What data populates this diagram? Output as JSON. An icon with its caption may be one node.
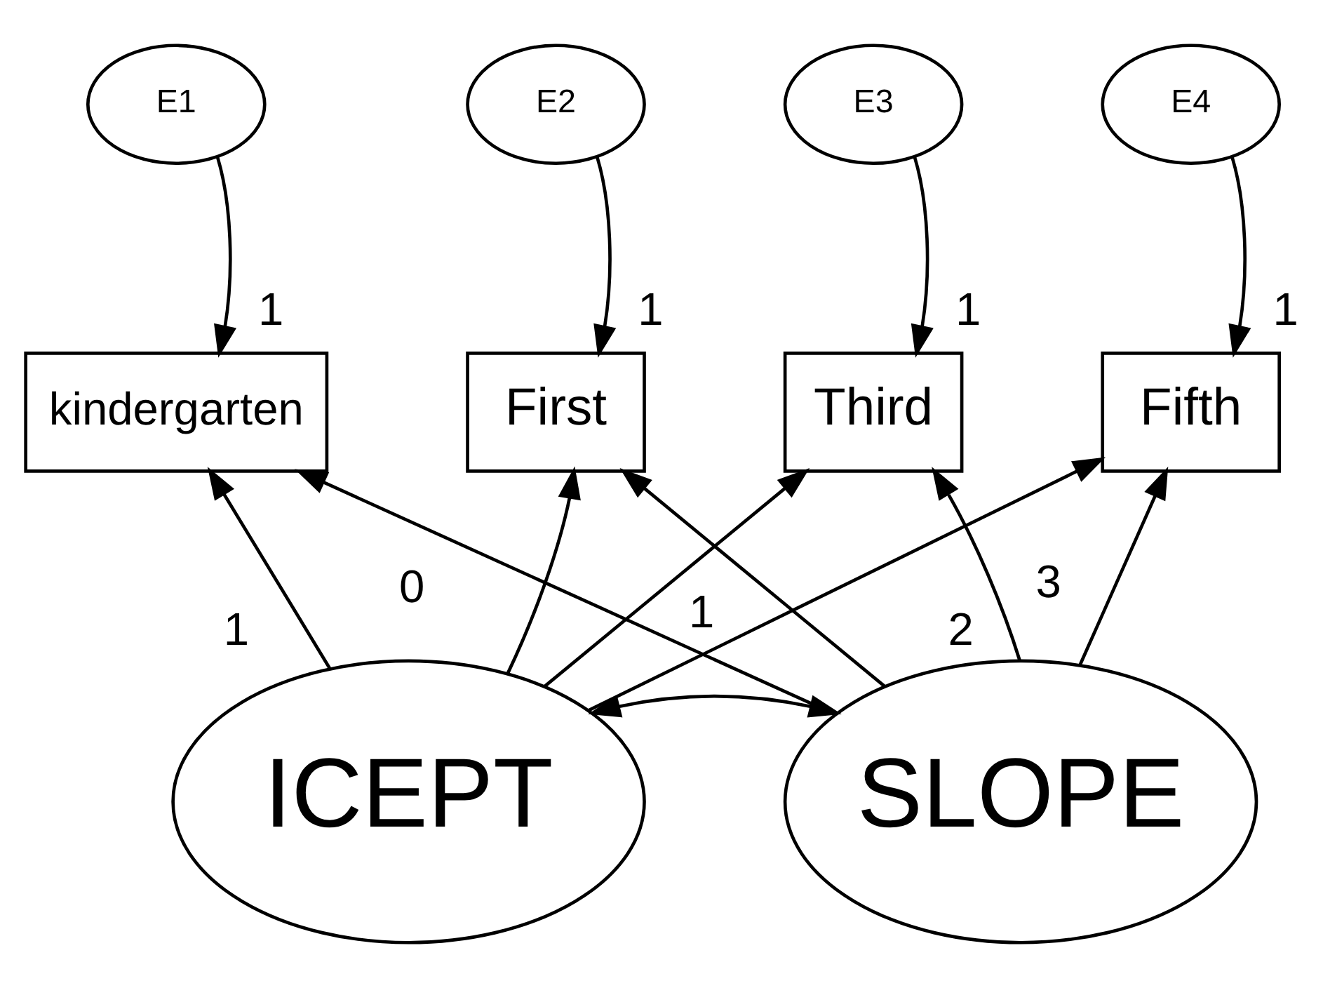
{
  "diagram": {
    "nodes": [
      {
        "text": [
          "E1"
        ]
      },
      {
        "text": [
          "E2"
        ]
      },
      {
        "text": [
          "E3"
        ]
      },
      {
        "text": [
          "E4"
        ]
      },
      {
        "text": [
          "kindergarten"
        ]
      },
      {
        "text": [
          "First"
        ]
      },
      {
        "text": [
          "Third"
        ]
      },
      {
        "text": [
          "Fifth"
        ]
      },
      {
        "text": [
          "ICEPT"
        ]
      },
      {
        "text": [
          "SLOPE"
        ]
      }
    ],
    "edges": [
      {
        "from": 0,
        "to": 4,
        "arrow": "to",
        "label": "1"
      },
      {
        "from": 1,
        "to": 5,
        "arrow": "to",
        "label": "1"
      },
      {
        "from": 2,
        "to": 6,
        "arrow": "to",
        "label": "1"
      },
      {
        "from": 3,
        "to": 7,
        "arrow": "to",
        "label": "1"
      },
      {
        "from": 8,
        "to": 4,
        "arrow": "to",
        "label": "1"
      },
      {
        "from": 8,
        "to": 5,
        "arrow": "to"
      },
      {
        "from": 8,
        "to": 6,
        "arrow": "to"
      },
      {
        "from": 8,
        "to": 7,
        "arrow": "to"
      },
      {
        "from": 9,
        "to": 4,
        "arrow": "to",
        "label": "0"
      },
      {
        "from": 9,
        "to": 5,
        "arrow": "to",
        "label": "1"
      },
      {
        "from": 9,
        "to": 6,
        "arrow": "to",
        "label": "2"
      },
      {
        "from": 9,
        "to": 7,
        "arrow": "to",
        "label": "3"
      },
      {
        "from": 8,
        "to": 9,
        "arrow": "both"
      }
    ]
  }
}
